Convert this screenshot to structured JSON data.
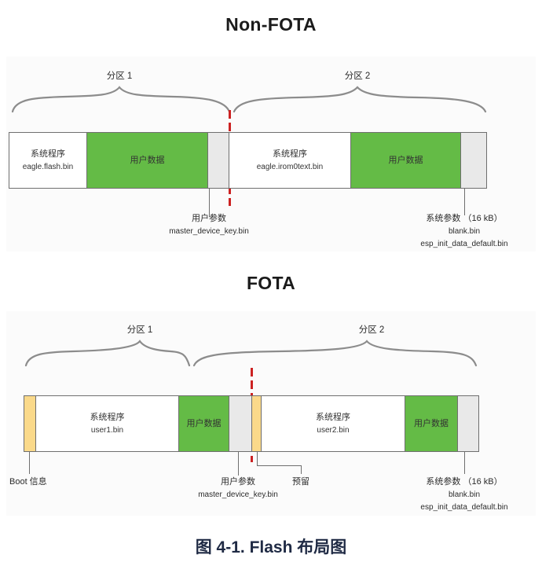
{
  "figure": {
    "caption": "图 4-1. Flash 布局图"
  },
  "sections": [
    {
      "id": "non-fota",
      "title": "Non-FOTA",
      "partitions": [
        {
          "label": "分区 1"
        },
        {
          "label": "分区 2"
        }
      ],
      "segments": [
        {
          "name": "system-program-1",
          "line1": "系统程序",
          "line2": "eagle.flash.bin",
          "kind": "white"
        },
        {
          "name": "user-data-1",
          "line1": "用户数据",
          "line2": "",
          "kind": "green"
        },
        {
          "name": "user-param-1",
          "line1": "",
          "line2": "",
          "kind": "gray"
        },
        {
          "name": "system-program-2",
          "line1": "系统程序",
          "line2": "eagle.irom0text.bin",
          "kind": "white"
        },
        {
          "name": "user-data-2",
          "line1": "用户数据",
          "line2": "",
          "kind": "green"
        },
        {
          "name": "system-param",
          "line1": "",
          "line2": "",
          "kind": "gray"
        }
      ],
      "callouts": [
        {
          "name": "user-param",
          "line1": "用户参数",
          "line2": "master_device_key.bin",
          "line3": ""
        },
        {
          "name": "system-param",
          "line1": "系统参数 （16 kB）",
          "line2": "blank.bin",
          "line3": "esp_init_data_default.bin"
        }
      ]
    },
    {
      "id": "fota",
      "title": "FOTA",
      "partitions": [
        {
          "label": "分区 1"
        },
        {
          "label": "分区 2"
        }
      ],
      "segments": [
        {
          "name": "boot-info",
          "line1": "",
          "line2": "",
          "kind": "orange"
        },
        {
          "name": "system-program-user1",
          "line1": "系统程序",
          "line2": "user1.bin",
          "kind": "white"
        },
        {
          "name": "user-data-1",
          "line1": "用户数据",
          "line2": "",
          "kind": "green"
        },
        {
          "name": "user-param-1",
          "line1": "",
          "line2": "",
          "kind": "gray"
        },
        {
          "name": "reserved",
          "line1": "",
          "line2": "",
          "kind": "orange"
        },
        {
          "name": "system-program-user2",
          "line1": "系统程序",
          "line2": "user2.bin",
          "kind": "white"
        },
        {
          "name": "user-data-2",
          "line1": "用户数据",
          "line2": "",
          "kind": "green"
        },
        {
          "name": "system-param",
          "line1": "",
          "line2": "",
          "kind": "gray"
        }
      ],
      "callouts": [
        {
          "name": "boot-info",
          "line1": "Boot 信息",
          "line2": "",
          "line3": ""
        },
        {
          "name": "user-param",
          "line1": "用户参数",
          "line2": "master_device_key.bin",
          "line3": ""
        },
        {
          "name": "reserved",
          "line1": "预留",
          "line2": "",
          "line3": ""
        },
        {
          "name": "system-param",
          "line1": "系统参数 （16 kB）",
          "line2": "blank.bin",
          "line3": "esp_init_data_default.bin"
        }
      ]
    }
  ],
  "colors": {
    "green": "#64bb46",
    "gray": "#e9e9e9",
    "orange": "#fad98a",
    "divider_red": "#cc2222",
    "border": "#6f6f6f",
    "panel_bg": "#fbfbfb",
    "caption": "#1f2a44"
  }
}
